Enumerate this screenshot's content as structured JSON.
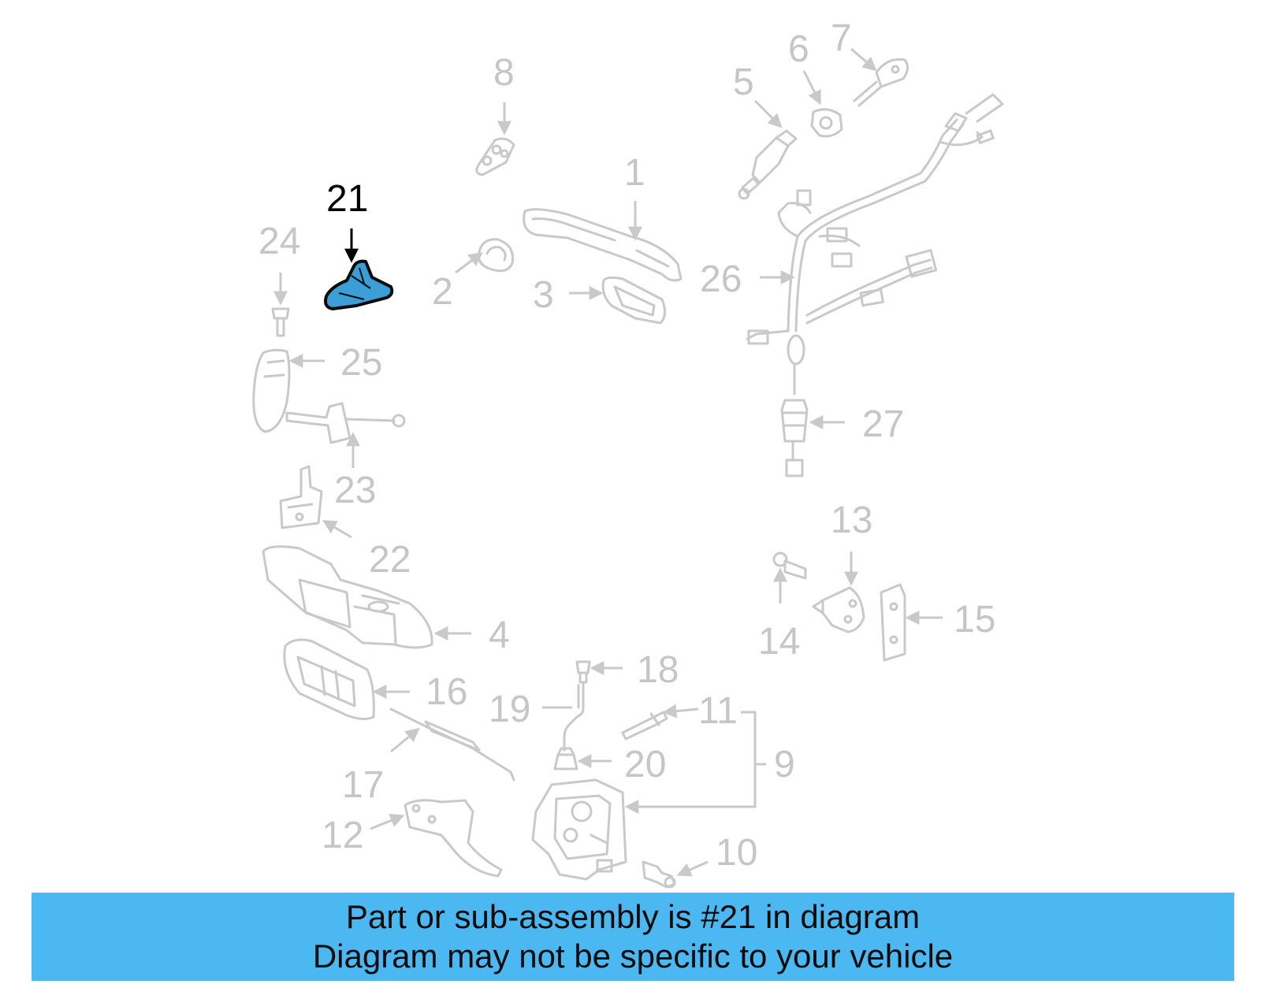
{
  "callouts": {
    "c1": "1",
    "c2": "2",
    "c3": "3",
    "c4": "4",
    "c5": "5",
    "c6": "6",
    "c7": "7",
    "c8": "8",
    "c9": "9",
    "c10": "10",
    "c11": "11",
    "c12": "12",
    "c13": "13",
    "c14": "14",
    "c15": "15",
    "c16": "16",
    "c17": "17",
    "c18": "18",
    "c19": "19",
    "c20": "20",
    "c21": "21",
    "c22": "22",
    "c23": "23",
    "c24": "24",
    "c25": "25",
    "c26": "26",
    "c27": "27"
  },
  "highlight": {
    "part_number": "21",
    "color": "#3a9fd6"
  },
  "banner": {
    "line1": "Part or sub-assembly is #21 in diagram",
    "line2": "Diagram may not be specific to your vehicle",
    "background": "#4cb8f2"
  }
}
